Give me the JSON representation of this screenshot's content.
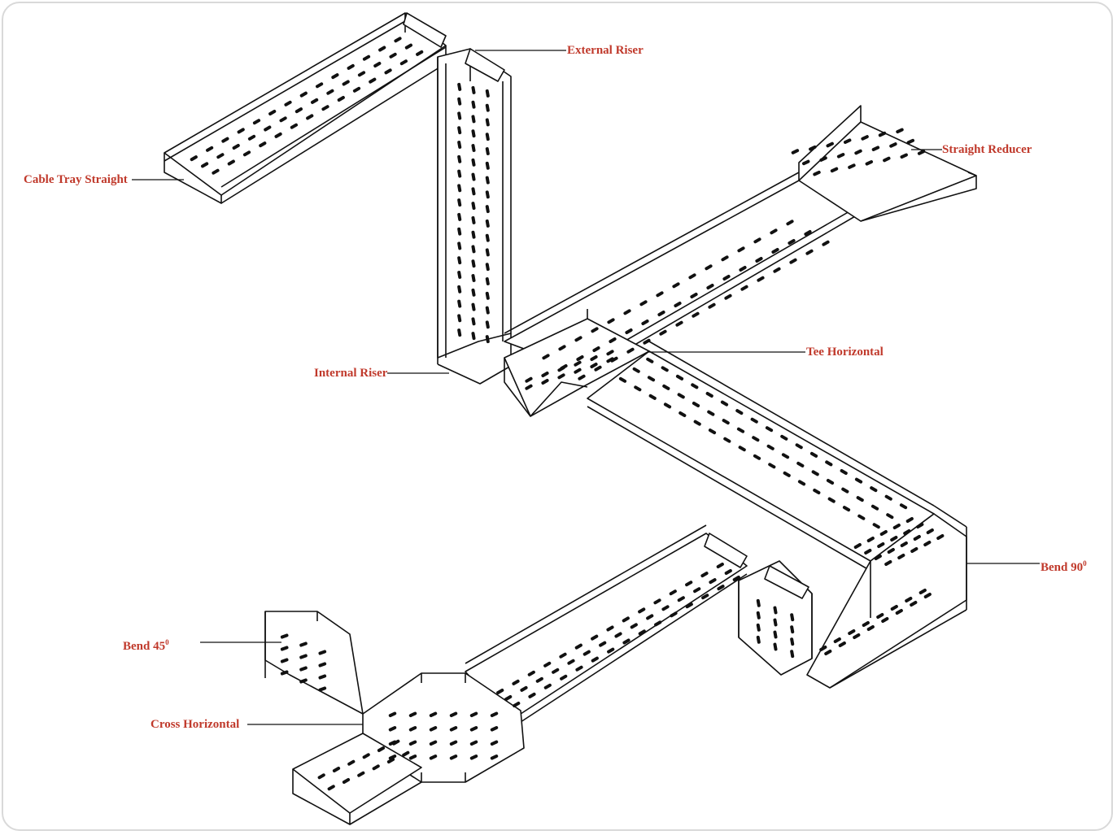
{
  "colors": {
    "label": "#c0392b",
    "line": "#111111",
    "slot": "#111111",
    "frame": "#d9d9d9"
  },
  "labels": {
    "cable_tray_straight": "Cable Tray Straight",
    "external_riser": "External Riser",
    "straight_reducer": "Straight Reducer",
    "internal_riser": "Internal Riser",
    "tee_horizontal": "Tee Horizontal",
    "bend_90": "Bend 90",
    "bend_90_sup": "0",
    "bend_45": "Bend 45",
    "bend_45_sup": "0",
    "cross_horizontal": "Cross Horizontal"
  }
}
